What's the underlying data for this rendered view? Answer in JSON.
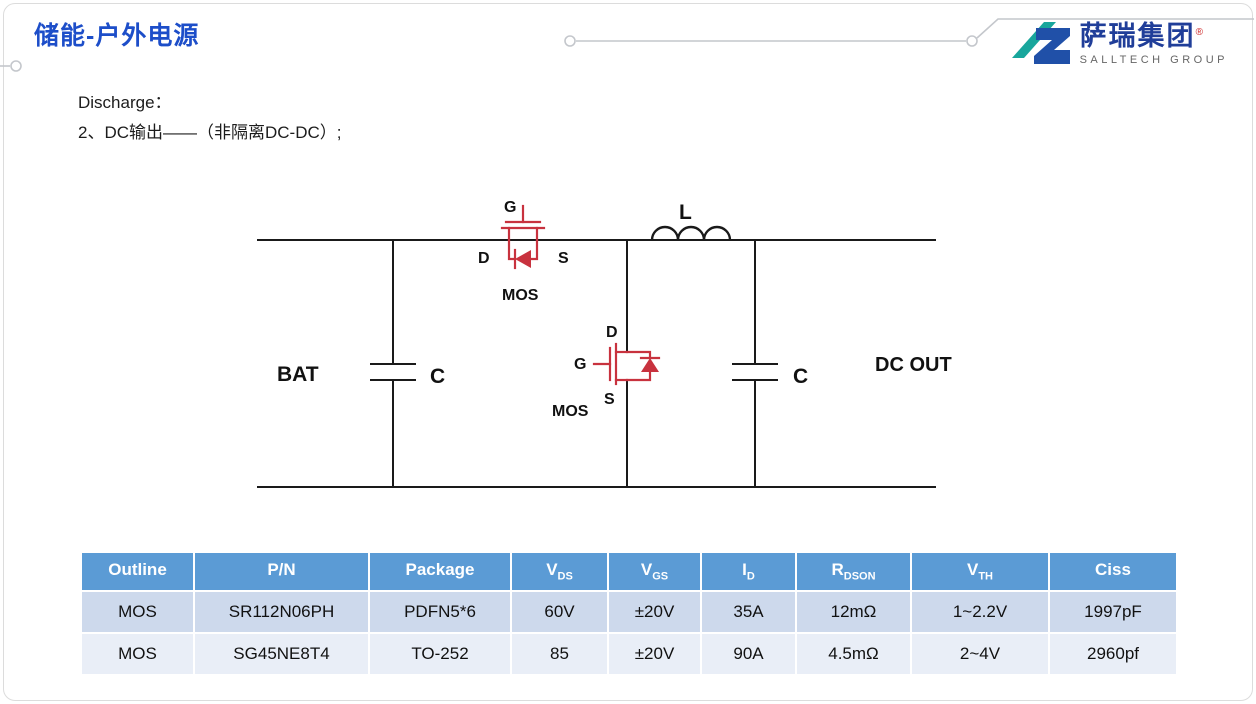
{
  "header": {
    "title": "储能-户外电源",
    "logo": {
      "name": "萨瑞集团",
      "reg_mark": "®",
      "subtext": "SALLTECH GROUP"
    }
  },
  "body": {
    "line1": "Discharge：",
    "line2": "2、DC输出——（非隔离DC-DC）;"
  },
  "circuit": {
    "bat": "BAT",
    "cap_left": "C",
    "cap_right": "C",
    "inductor": "L",
    "dc_out": "DC OUT",
    "mos_top": {
      "label": "MOS",
      "g": "G",
      "d": "D",
      "s": "S"
    },
    "mos_mid": {
      "label": "MOS",
      "g": "G",
      "d": "D",
      "s": "S"
    }
  },
  "table": {
    "headers": [
      {
        "main": "Outline",
        "sub": ""
      },
      {
        "main": "P/N",
        "sub": ""
      },
      {
        "main": "Package",
        "sub": ""
      },
      {
        "main": "V",
        "sub": "DS"
      },
      {
        "main": "V",
        "sub": "GS"
      },
      {
        "main": "I",
        "sub": "D"
      },
      {
        "main": "R",
        "sub": "DSON"
      },
      {
        "main": "V",
        "sub": "TH"
      },
      {
        "main": "Ciss",
        "sub": ""
      }
    ],
    "rows": [
      {
        "cells": [
          "MOS",
          "SR112N06PH",
          "PDFN5*6",
          "60V",
          "±20V",
          "35A",
          "12mΩ",
          "1~2.2V",
          "1997pF"
        ]
      },
      {
        "cells": [
          "MOS",
          "SG45NE8T4",
          "TO-252",
          "85",
          "±20V",
          "90A",
          "4.5mΩ",
          "2~4V",
          "2960pf"
        ]
      }
    ]
  },
  "colors": {
    "title_blue": "#1d4ec9",
    "table_header": "#5b9bd5",
    "row_a": "#cdd9ec",
    "row_b": "#e9eef7",
    "mosfet_red": "#c8323e",
    "wire": "#1a1a1a",
    "line_gray": "#c4c7cc",
    "logo_teal": "#18a69c",
    "logo_blue": "#2050a8",
    "logo_text": "#203e99"
  }
}
